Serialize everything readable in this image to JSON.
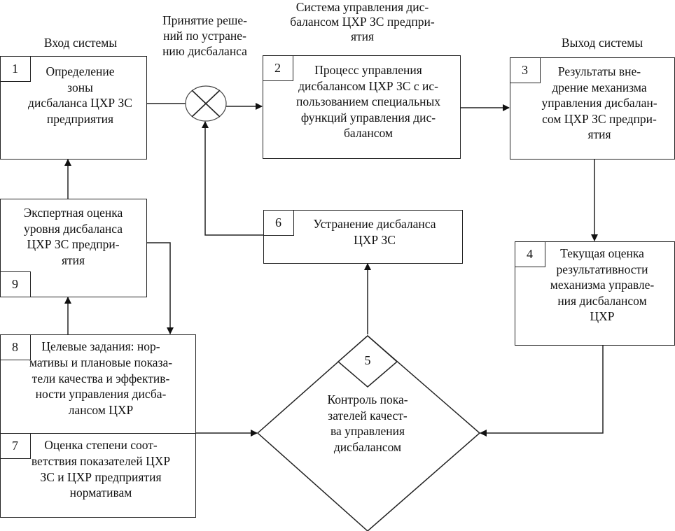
{
  "headers": {
    "input": "Вход системы",
    "decision": "Принятие реше-\nний по устране-\nнию дисбаланса",
    "system": "Система управления дис-\nбалансом ЦХР ЗС предпри-\nятия",
    "output": "Выход системы"
  },
  "blocks": {
    "b1": {
      "num": "1",
      "text": "Определение\nзоны\nдисбаланса ЦХР ЗС\nпредприятия"
    },
    "b2": {
      "num": "2",
      "text": "Процесс управления\nдисбалансом ЦХР ЗС с ис-\nпользованием специальных\nфункций управления дис-\nбалансом"
    },
    "b3": {
      "num": "3",
      "text": "Результаты вне-\nдрение механизма\nуправления дисбалан-\nсом ЦХР ЗС предпри-\nятия"
    },
    "b4": {
      "num": "4",
      "text": "Текущая оценка\nрезультативности\nмеханизма управле-\nния дисбалансом\nЦХР"
    },
    "b5": {
      "num": "5",
      "text": "Контроль пока-\nзателей качест-\nва управления\nдисбалансом"
    },
    "b6": {
      "num": "6",
      "text": "Устранение дисбаланса\nЦХР ЗС"
    },
    "b7": {
      "num": "7",
      "text": "Оценка степени соот-\nветствия показателей ЦХР\nЗС и ЦХР предприятия\nнормативам"
    },
    "b8": {
      "num": "8",
      "text": "Целевые задания: нор-\nмативы и плановые показа-\nтели качества и эффектив-\nности управления дисба-\nлансом ЦХР"
    },
    "b9": {
      "num": "9",
      "text": "Экспертная оценка\nуровня дисбаланса\nЦХР ЗС предпри-\nятия"
    }
  },
  "connectors": [
    {
      "from": "b1",
      "to": "summing-junction"
    },
    {
      "from": "summing-junction",
      "to": "b2"
    },
    {
      "from": "b2",
      "to": "b3"
    },
    {
      "from": "b3",
      "to": "b4"
    },
    {
      "from": "b4",
      "to": "b5"
    },
    {
      "from": "b5",
      "to": "b6"
    },
    {
      "from": "b6",
      "to": "summing-junction"
    },
    {
      "from": "b8",
      "to": "b9"
    },
    {
      "from": "b9",
      "to": "b1"
    },
    {
      "from": "b9",
      "to": "b8"
    },
    {
      "from": "b7",
      "to": "b5"
    }
  ]
}
